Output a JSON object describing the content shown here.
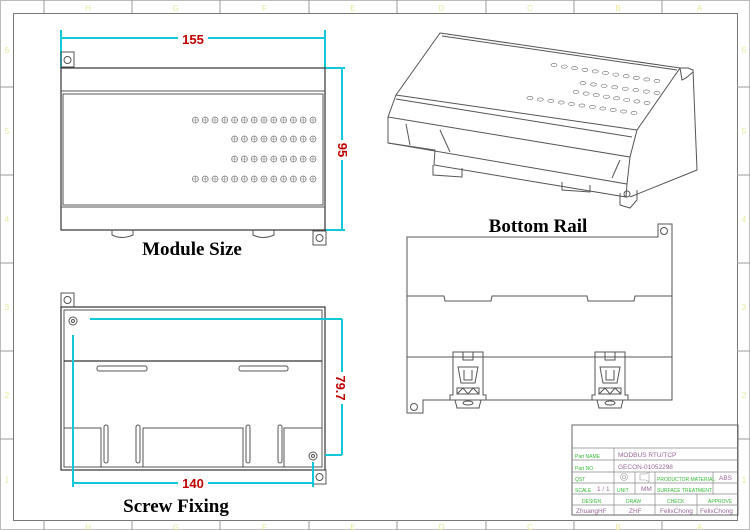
{
  "frame": {
    "columns": [
      "H",
      "G",
      "F",
      "E",
      "D",
      "C",
      "B",
      "A"
    ],
    "rows": [
      "6",
      "5",
      "4",
      "3",
      "2",
      "1"
    ]
  },
  "views": {
    "module_size": {
      "caption": "Module Size",
      "width_dim": "155",
      "height_dim": "95"
    },
    "screw_fixing": {
      "caption": "Screw Fixing",
      "width_dim": "140",
      "height_dim": "79.7"
    },
    "bottom_rail": {
      "caption": "Bottom Rail"
    }
  },
  "title_block": {
    "part_name_label": "Part NAME",
    "part_name": "MODBUS RTU/TCP",
    "part_no_label": "Part NO.",
    "part_no": "GECON-01052298",
    "qst_label": "QST",
    "material_label": "PRODUCTOR MATERIAL",
    "material": "ABS",
    "scale_label": "SCALE",
    "scale": "1 / 1",
    "unit_label": "UNIT",
    "unit": "MM",
    "surface_label": "SURFACE TREATMENT",
    "design_label": "DESIGN",
    "draw_label": "DRAW",
    "check_label": "CHECK",
    "approve_label": "APPROVE",
    "design": "ZhuangHF",
    "draw": "ZHF",
    "check": "FelixChong",
    "approve": "FelixChong"
  },
  "colors": {
    "dimension_line": "#11c8d8",
    "dimension_text": "#c00000",
    "label_green": "#33bb33",
    "value_purple": "#996699"
  }
}
